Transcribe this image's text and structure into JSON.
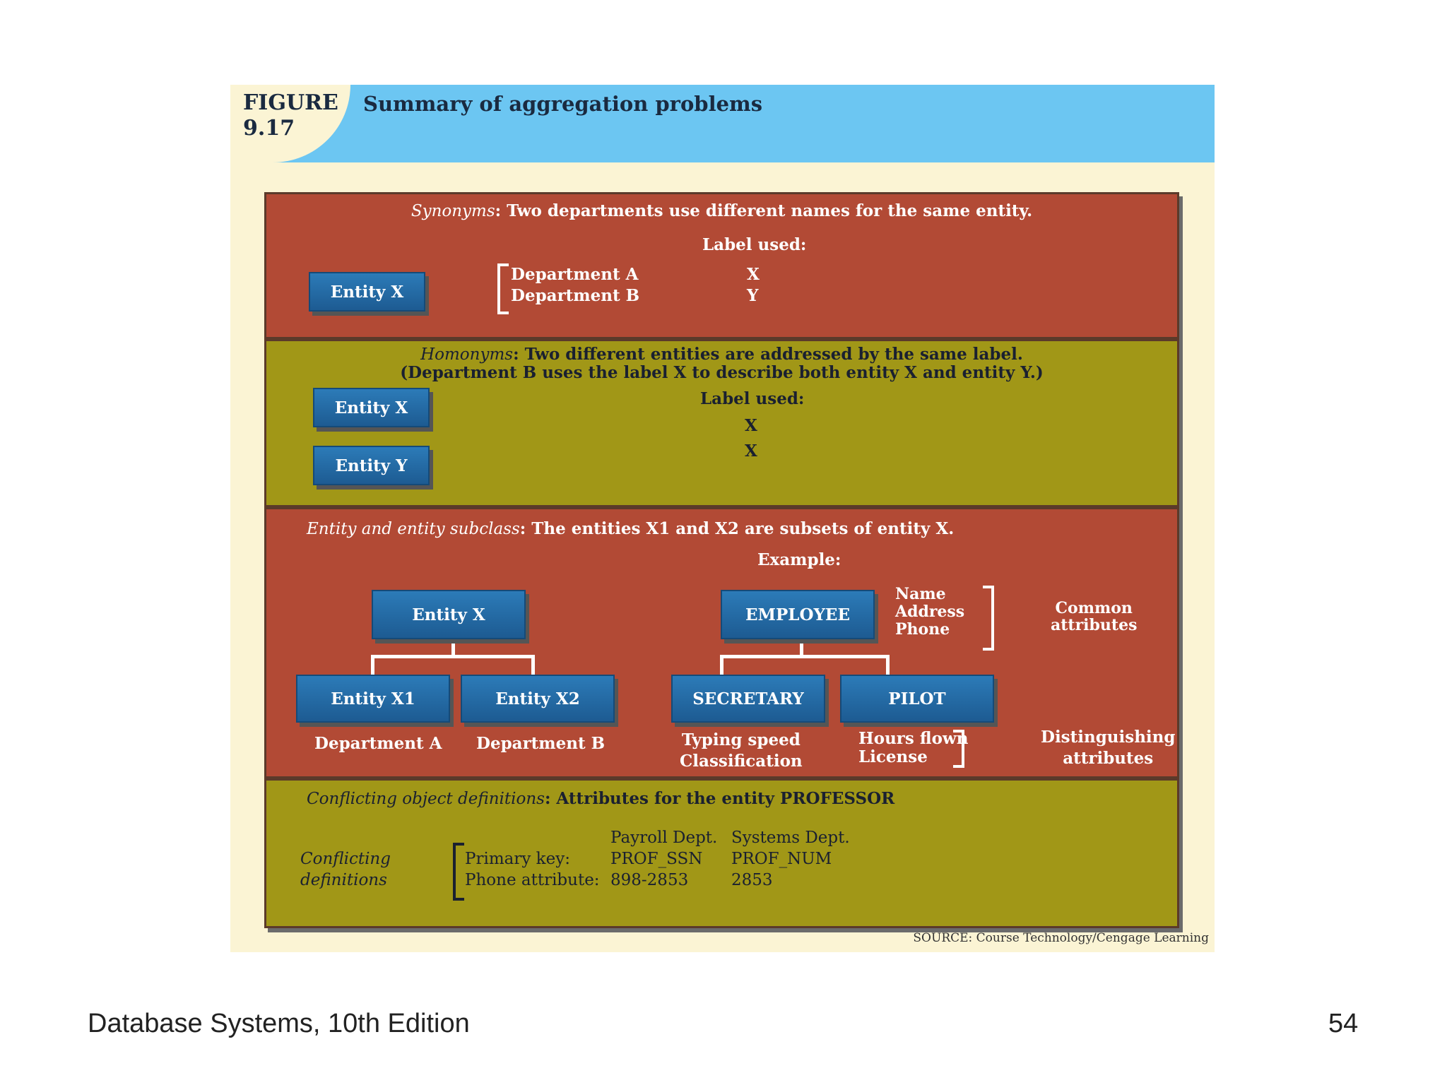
{
  "figure": {
    "label_line1": "FIGURE",
    "label_line2": "9.17",
    "title": "Summary of aggregation problems",
    "source": "SOURCE: Course Technology/Cengage Learning"
  },
  "synonyms": {
    "heading_term": "Synonyms",
    "heading_text": ": Two departments use different names for the same entity.",
    "label_used": "Label used:",
    "entity": "Entity X",
    "dept_a": "Department A",
    "dept_b": "Department B",
    "label_a": "X",
    "label_b": "Y"
  },
  "homonyms": {
    "heading_term": "Homonyms",
    "heading_text": ": Two different entities are addressed by the same label.",
    "heading_line2": "(Department B uses the label X to describe both entity X and entity Y.)",
    "label_used": "Label used:",
    "entity_x": "Entity X",
    "entity_y": "Entity Y",
    "label_x": "X",
    "label_y": "X"
  },
  "subclass": {
    "heading_term": "Entity and entity subclass",
    "heading_text": ": The entities X1 and X2 are subsets of entity X.",
    "example": "Example:",
    "entity_x": "Entity X",
    "entity_x1": "Entity X1",
    "entity_x2": "Entity X2",
    "dept_a": "Department A",
    "dept_b": "Department B",
    "employee": "EMPLOYEE",
    "attr_name": "Name",
    "attr_address": "Address",
    "attr_phone": "Phone",
    "common_line1": "Common",
    "common_line2": "attributes",
    "secretary": "SECRETARY",
    "pilot": "PILOT",
    "sec_attr1": "Typing speed",
    "sec_attr2": "Classification",
    "pilot_attr1": "Hours flown",
    "pilot_attr2": "License",
    "dist_line1": "Distinguishing",
    "dist_line2": "attributes"
  },
  "conflicting": {
    "heading_term": "Conflicting object definitions",
    "heading_text": ": Attributes for the entity PROFESSOR",
    "side_line1": "Conflicting",
    "side_line2": "definitions",
    "col_payroll": "Payroll Dept.",
    "col_systems": "Systems Dept.",
    "row_pk": "Primary key:",
    "row_phone": "Phone attribute:",
    "payroll_pk": "PROF_SSN",
    "payroll_phone": "898-2853",
    "systems_pk": "PROF_NUM",
    "systems_phone": "2853"
  },
  "footer": {
    "book": "Database Systems, 10th Edition",
    "page": "54"
  }
}
